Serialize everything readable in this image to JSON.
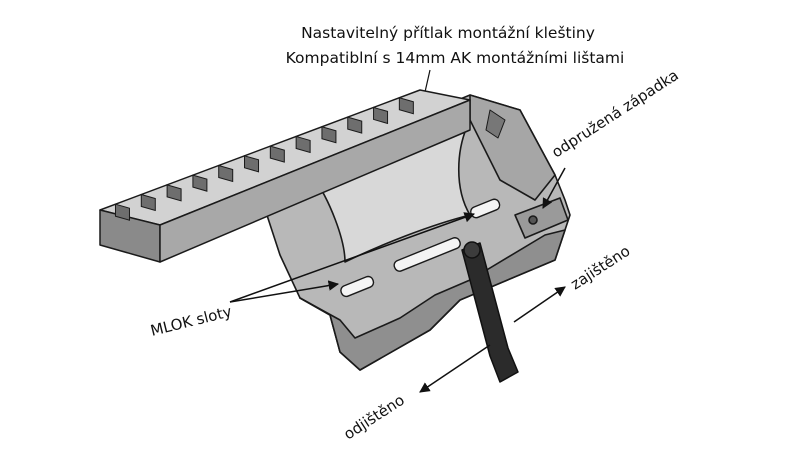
{
  "title": {
    "line1": "Nastavitelný přítlak montážní kleštiny",
    "line2": "Kompatiblní s 14mm AK montážními lištami"
  },
  "callouts": {
    "spring_latch": "odpružená západka",
    "locked": "zajištěno",
    "unlocked": "odjištěno",
    "mlok_slots": "MLOK sloty"
  },
  "colors": {
    "metal_light": "#c9c9c9",
    "metal_mid": "#9c9c9c",
    "metal_dark": "#5a5a5a",
    "outline": "#1a1a1a",
    "lever": "#2b2b2b",
    "arrow": "#111111"
  }
}
